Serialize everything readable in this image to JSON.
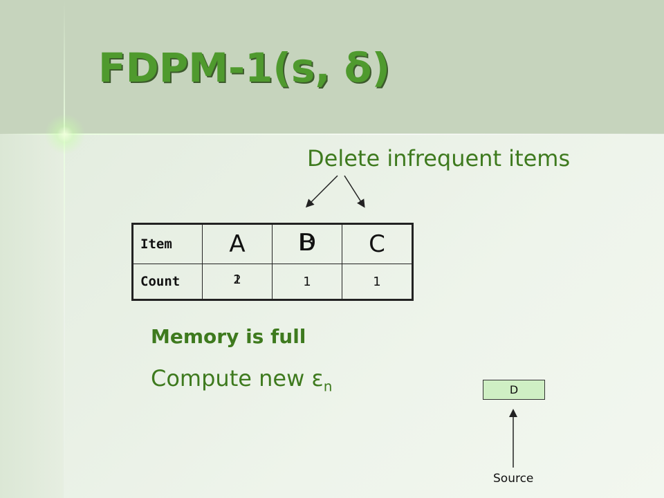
{
  "slide": {
    "title": "FDPM-1(s, δ)",
    "delete_label": "Delete infrequent items",
    "table": {
      "item_label": "Item",
      "count_label": "Count",
      "items": [
        "A",
        "B",
        "C"
      ],
      "overlay_item": "D",
      "counts_a": [
        "1",
        "2"
      ],
      "count_b": "1",
      "count_c": "1"
    },
    "memory_label": "Memory is full",
    "compute_label": "Compute new ε",
    "compute_sub": "n",
    "source_item": "D",
    "source_label": "Source"
  },
  "colors": {
    "title": "#4f9a2e",
    "text_green": "#3e7a1e",
    "header_band": "#c6d4bd",
    "source_box": "#cfefc4"
  }
}
